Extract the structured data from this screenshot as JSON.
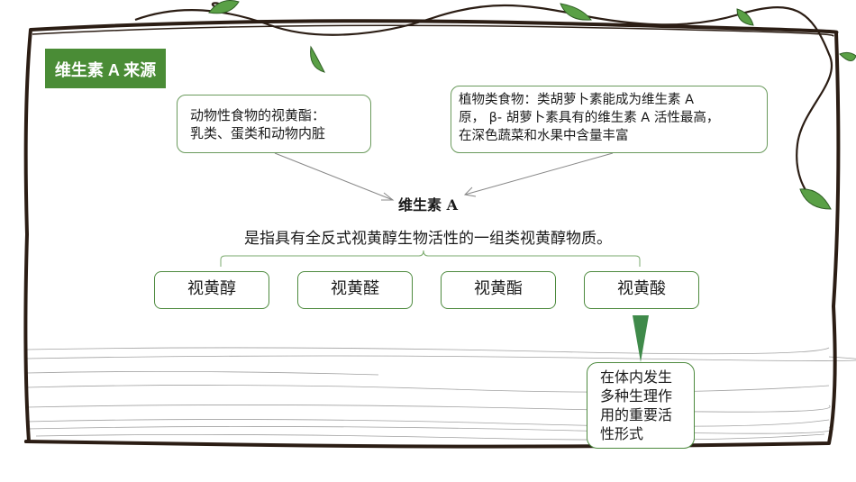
{
  "slide": {
    "title_tag": "维生素 A 来源",
    "colors": {
      "accent_green": "#4a8c36",
      "border_dark": "#2b1d14",
      "leaf_green": "#5aa046"
    }
  },
  "sources": {
    "animal": {
      "line1": "动物性食物的视黄酯：",
      "line2": "乳类、蛋类和动物内脏"
    },
    "plant": {
      "line1": "植物类食物：类胡萝卜素能成为维生素 A",
      "line2": "原， β- 胡萝卜素具有的维生素 A 活性最高，",
      "line3": "在深色蔬菜和水果中含量丰富"
    }
  },
  "center": {
    "title": "维生素 A",
    "definition": "是指具有全反式视黄醇生物活性的一组类视黄醇物质。"
  },
  "forms": [
    "视黄醇",
    "视黄醛",
    "视黄酯",
    "视黄酸"
  ],
  "note": {
    "line1": "在体内发生",
    "line2": "多种生理作",
    "line3": "用的重要活",
    "line4": "性形式"
  },
  "decorations": {
    "icon": "leaf-icon",
    "vine": "vine-decoration",
    "frame": "wood-frame"
  }
}
